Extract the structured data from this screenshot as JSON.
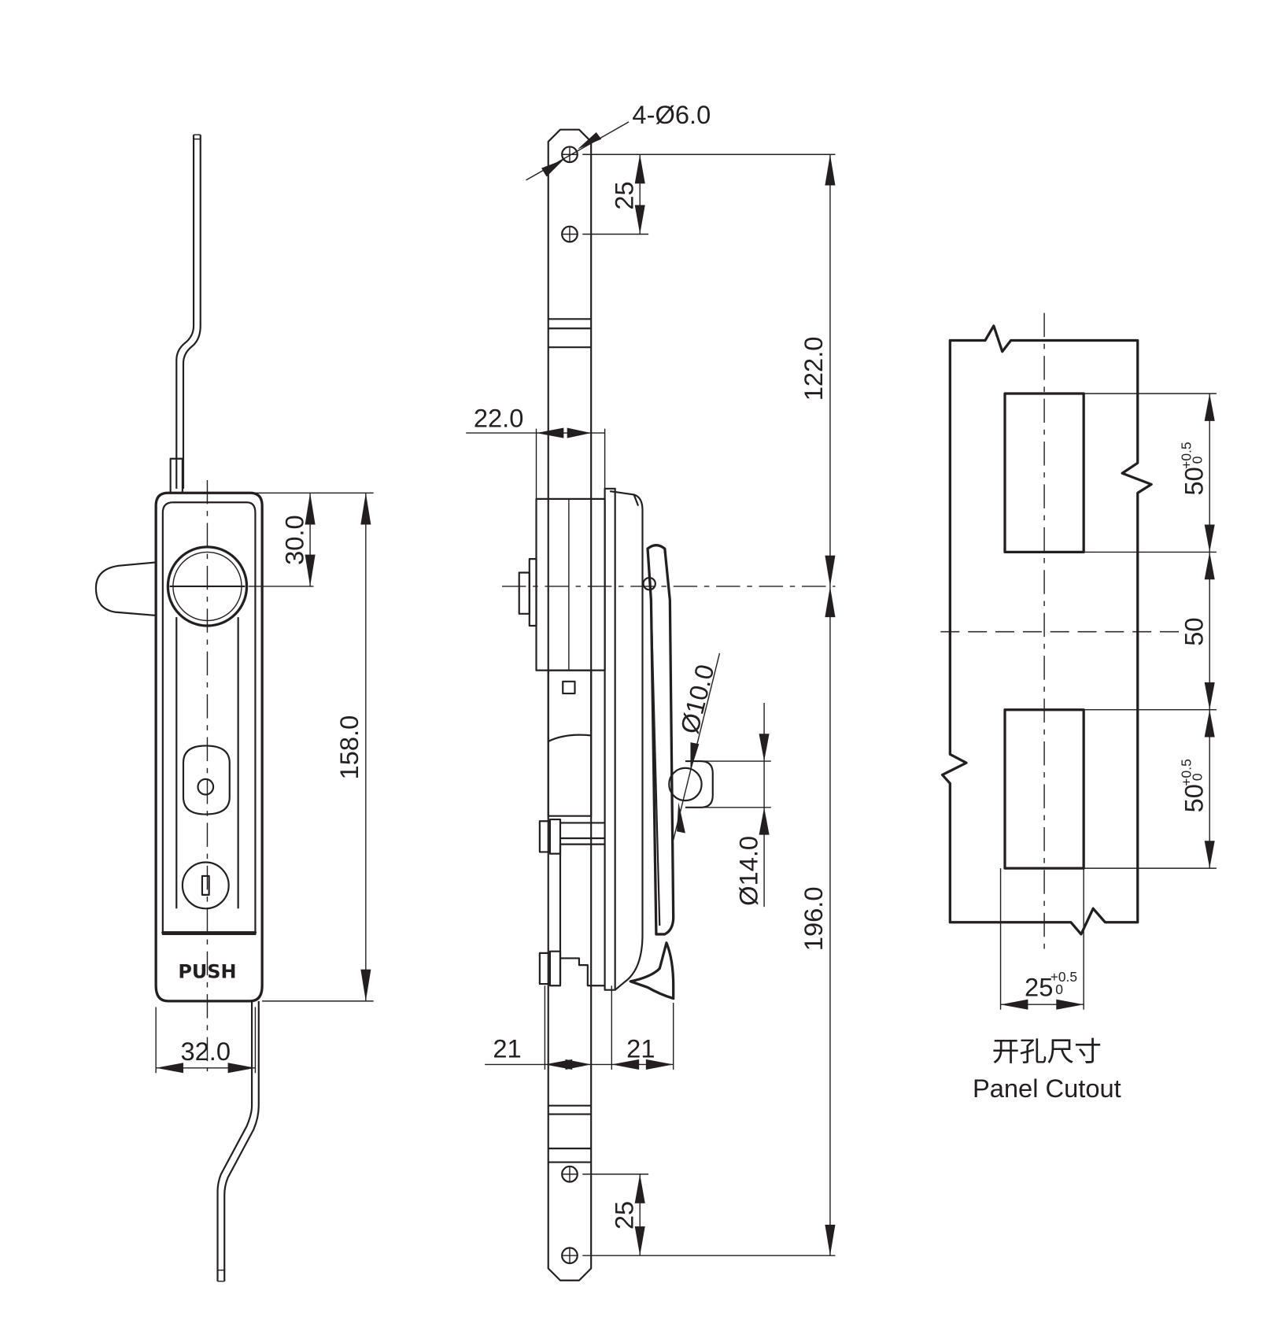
{
  "drawing": {
    "title_cn": "开孔尺寸",
    "title_en": "Panel Cutout",
    "front_view": {
      "button_label": "PUSH",
      "dimensions": {
        "width": "32.0",
        "height": "158.0",
        "knob_offset": "30.0"
      }
    },
    "side_view": {
      "dimensions": {
        "holes": "4-Ø6.0",
        "hole_pitch_top": "25",
        "hole_pitch_bottom": "25",
        "upper_length": "122.0",
        "lower_length": "196.0",
        "rod_width": "22.0",
        "hinge_diameter": "Ø10.0",
        "hinge_outer": "Ø14.0",
        "offset_left": "21",
        "offset_right": "21"
      }
    },
    "cutout_view": {
      "dimensions": {
        "upper_slot_height": "50",
        "spacing": "50",
        "lower_slot_height": "50",
        "slot_width": "25",
        "tolerance_upper": "+0.5",
        "tolerance_lower": "0"
      }
    }
  }
}
